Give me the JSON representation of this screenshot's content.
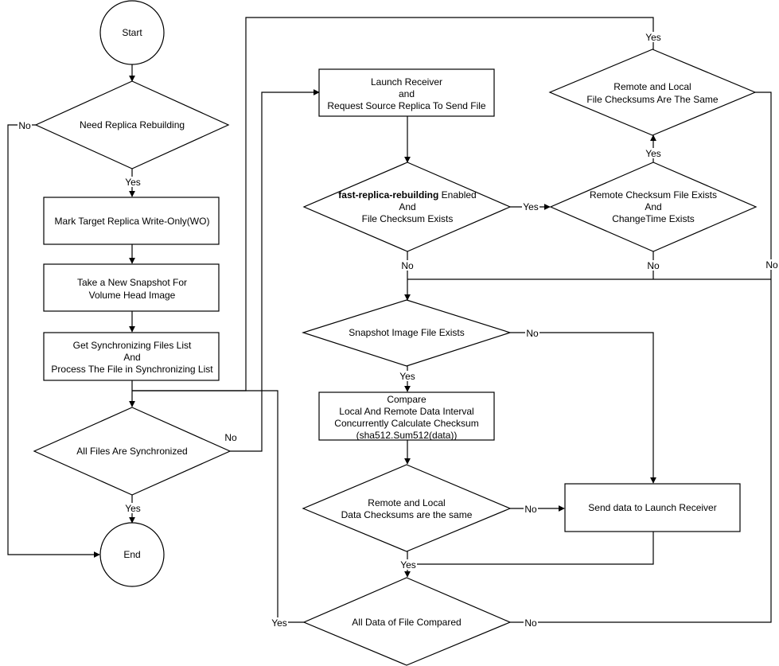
{
  "diagram": {
    "nodes": {
      "start": {
        "lines": [
          "Start"
        ]
      },
      "need_rebuild": {
        "lines": [
          "Need Replica Rebuilding"
        ]
      },
      "mark_wo": {
        "lines": [
          "Mark Target Replica Write-Only(WO)"
        ]
      },
      "take_snapshot": {
        "lines": [
          "Take a New Snapshot For",
          "Volume Head Image"
        ]
      },
      "get_list": {
        "lines": [
          "Get Synchronizing Files List",
          "And",
          "Process The File in Synchronizing List"
        ]
      },
      "all_synced": {
        "lines": [
          "All Files Are Synchronized"
        ]
      },
      "end": {
        "lines": [
          "End"
        ]
      },
      "launch_receiver": {
        "lines": [
          "Launch Receiver",
          "and",
          "Request Source Replica To Send File"
        ]
      },
      "fast_rebuild": {
        "bold_prefix": "fast-replica-rebuilding",
        "first_line_rest": " Enabled",
        "lines": [
          "And",
          "File Checksum Exists"
        ]
      },
      "remote_checksum_exists": {
        "lines": [
          "Remote Checksum File Exists",
          "And",
          "ChangeTime Exists"
        ]
      },
      "checksums_same": {
        "lines": [
          "Remote and Local",
          "File Checksums Are The Same"
        ]
      },
      "snapshot_exists": {
        "lines": [
          "Snapshot Image File Exists"
        ]
      },
      "compare": {
        "lines": [
          "Compare",
          "Local And Remote Data Interval",
          "Concurrently Calculate Checksum",
          "(sha512.Sum512(data))"
        ]
      },
      "data_checksums_same": {
        "lines": [
          "Remote and Local",
          "Data Checksums are the same"
        ]
      },
      "send_data": {
        "lines": [
          "Send data to Launch Receiver"
        ]
      },
      "all_data_compared": {
        "lines": [
          "All Data of File Compared"
        ]
      }
    },
    "edge_labels": {
      "need_rebuild_no": "No",
      "need_rebuild_yes": "Yes",
      "all_synced_no": "No",
      "all_synced_yes": "Yes",
      "fast_rebuild_yes": "Yes",
      "fast_rebuild_no": "No",
      "remote_checksum_yes": "Yes",
      "remote_checksum_no": "No",
      "checksums_same_yes": "Yes",
      "checksums_same_no": "No",
      "snapshot_exists_no": "No",
      "snapshot_exists_yes": "Yes",
      "data_checksums_no": "No",
      "data_checksums_yes": "Yes",
      "all_data_yes": "Yes",
      "all_data_no": "No"
    }
  }
}
